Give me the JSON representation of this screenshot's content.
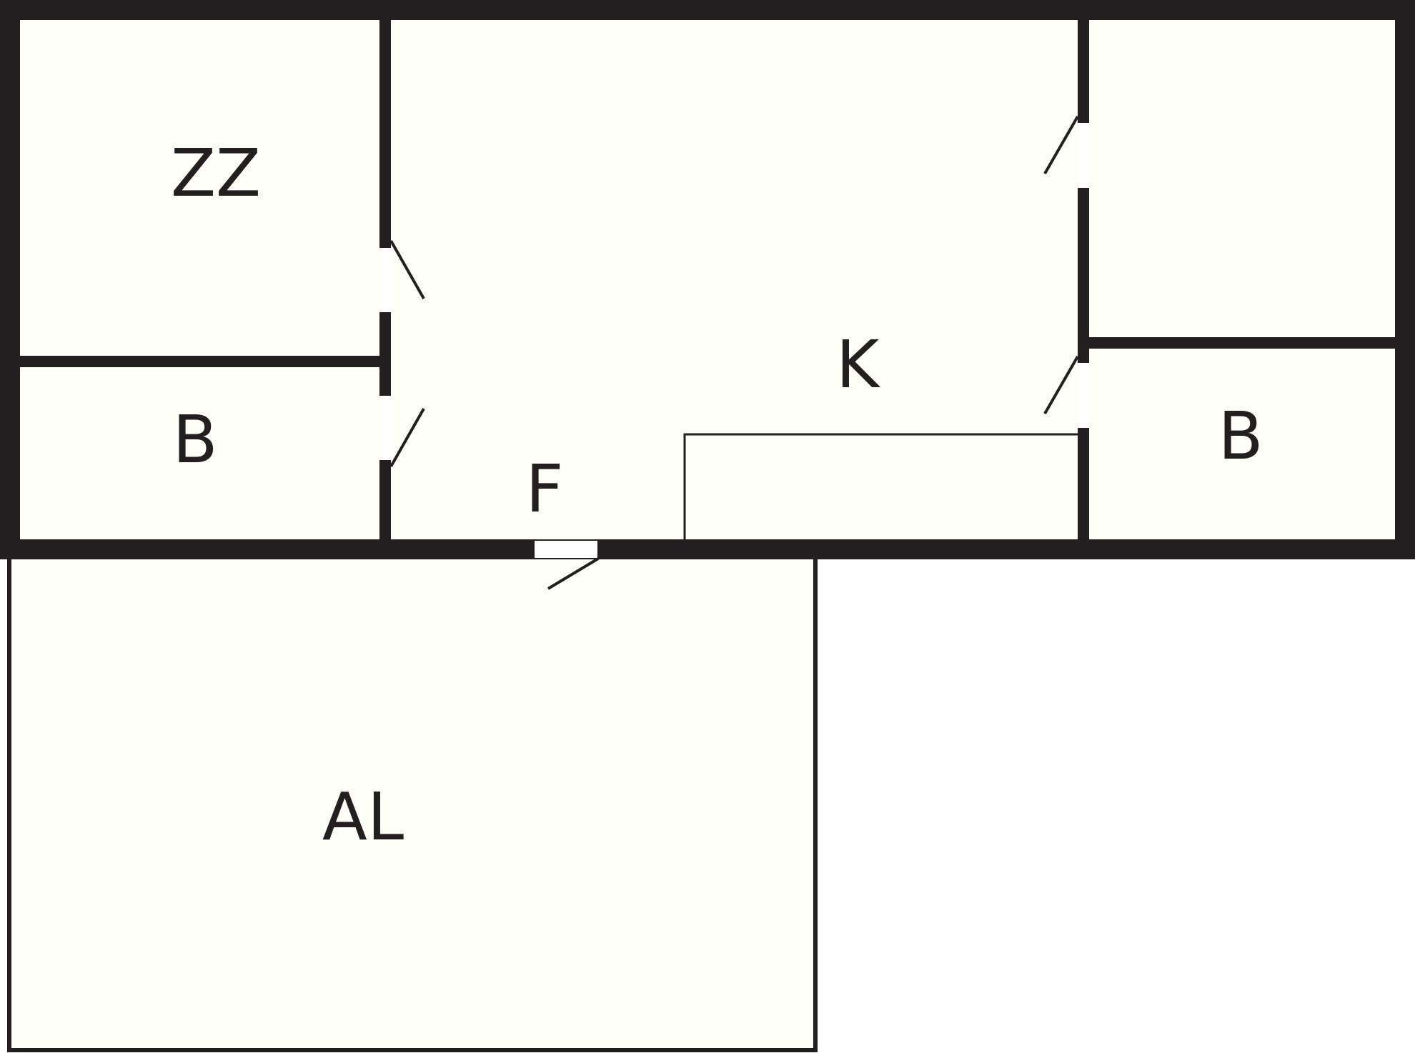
{
  "colors": {
    "wall": "#231f20",
    "floor": "#fefff9",
    "background": "#ffffff",
    "opening": "#ffffff"
  },
  "rooms": {
    "zz": {
      "label": "ZZ"
    },
    "b_left": {
      "label": "B"
    },
    "k": {
      "label": "K"
    },
    "f": {
      "label": "F"
    },
    "b_right": {
      "label": "B"
    },
    "al": {
      "label": "AL"
    }
  }
}
